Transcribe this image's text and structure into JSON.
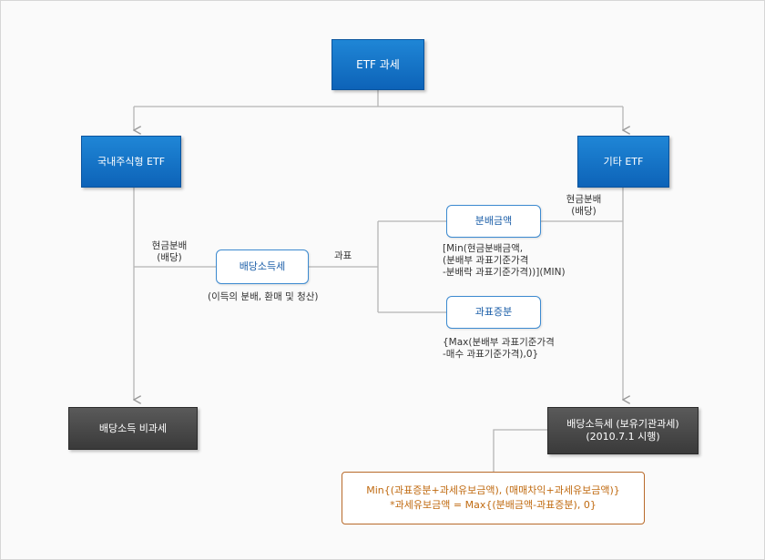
{
  "nodes": {
    "root": "ETF 과세",
    "domestic": "국내주식형 ETF",
    "other": "기타 ETF",
    "dividend_tax": "배당소득세",
    "distribution": "분배금액",
    "tax_increase": "과표증분",
    "dividend_exempt": "배당소득 비과세",
    "dividend_taxed_line1": "배당소득세 (보유기관과세)",
    "dividend_taxed_line2": "(2010.7.1 시행)"
  },
  "labels": {
    "cash_dist_left": "현금분배\n(배당)",
    "cash_dist_right": "현금분배\n(배당)",
    "taxbase": "과표",
    "dividend_tax_note": "(이득의 분배, 환매 및 청산)",
    "min_formula": "[Min(현금분배금액,\n(분배부 과표기준가격\n-분배락 과표기준가격))](MIN)",
    "max_formula": "{Max(분배부 과표기준가격\n-매수 과표기준가격),0}"
  },
  "formula_box": {
    "line1": "Min{(과표증분+과세유보금액), (매매차익+과세유보금액)}",
    "line2": "*과세유보금액 = Max{(분배금액-과표증분), 0}"
  }
}
